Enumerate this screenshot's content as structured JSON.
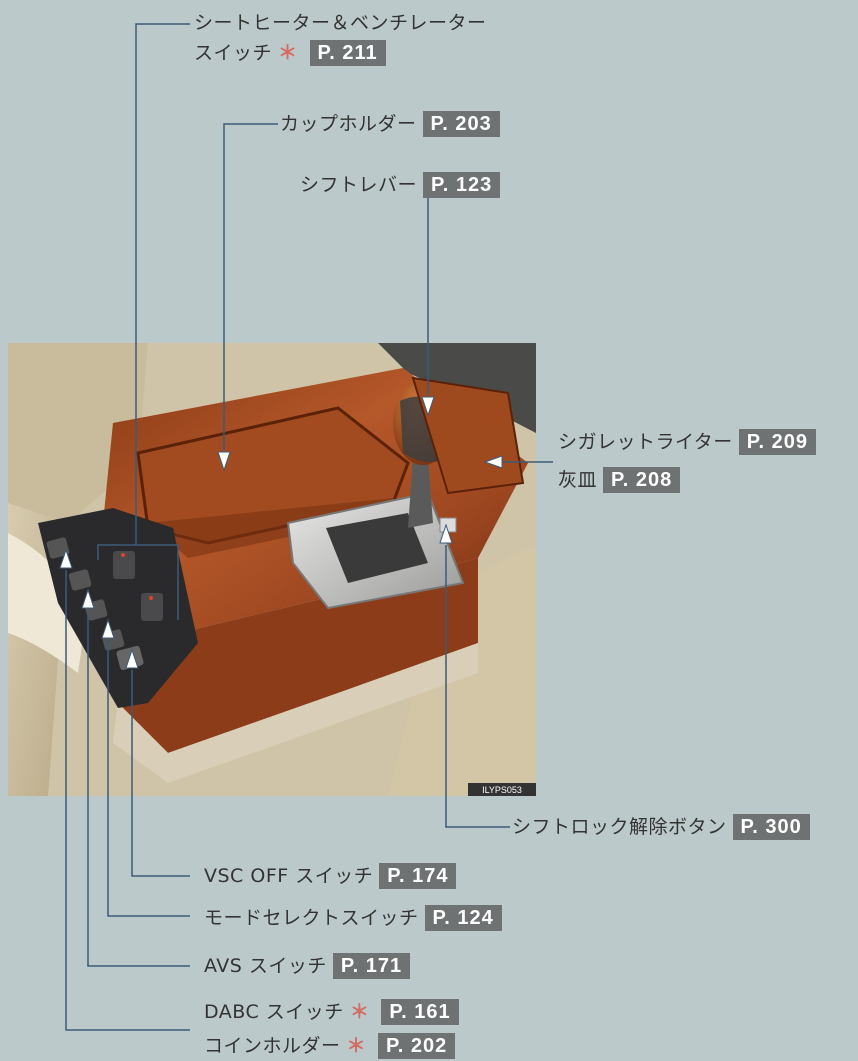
{
  "image_code": "ILYPS053",
  "callouts": {
    "seat_heater": {
      "line1": "シートヒーター＆ベンチレーター",
      "line2": "スイッチ",
      "marker": "＊",
      "page": "P. 211"
    },
    "cup_holder": {
      "text": "カップホルダー",
      "page": "P. 203"
    },
    "shift_lever": {
      "text": "シフトレバー",
      "page": "P. 123"
    },
    "cigarette_lighter": {
      "text": "シガレットライター",
      "page": "P. 209"
    },
    "ashtray": {
      "text": "灰皿",
      "page": "P. 208"
    },
    "shift_lock_release": {
      "text": "シフトロック解除ボタン",
      "page": "P. 300"
    },
    "vsc_off": {
      "text": "VSC OFF スイッチ",
      "page": "P. 174"
    },
    "mode_select": {
      "text": "モードセレクトスイッチ",
      "page": "P. 124"
    },
    "avs": {
      "text": "AVS スイッチ",
      "page": "P. 171"
    },
    "dabc": {
      "text": "DABC スイッチ",
      "marker": "＊",
      "page": "P. 161"
    },
    "coin_holder": {
      "text": "コインホルダー",
      "marker": "＊",
      "page": "P. 202"
    }
  },
  "colors": {
    "background": "#bcc9cb",
    "leader": "#3d5a78",
    "page_box": "#6e7272",
    "marker": "#d36b63"
  }
}
